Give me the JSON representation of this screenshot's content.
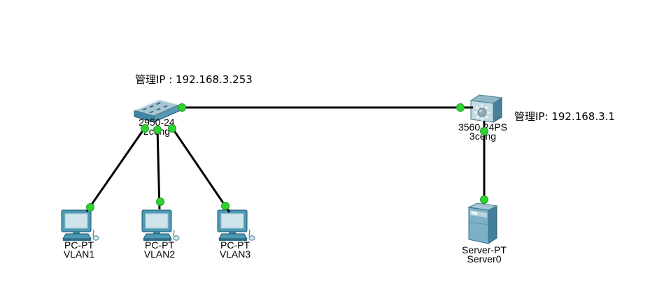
{
  "app": {
    "context": "network-topology-canvas"
  },
  "colors": {
    "background": "#ffffff",
    "link": "#000000",
    "status_up_green": "#2fd32f",
    "status_green_border": "#1f9e27",
    "device_teal": "#4d9ab5",
    "device_light_face": "#c3dae2",
    "screen_light": "#cfe3ea"
  },
  "annotations": [
    {
      "for": "2ceng",
      "text": "管理IP : 192.168.3.253"
    },
    {
      "for": "3ceng",
      "text": "管理IP: 192.168.3.1"
    }
  ],
  "devices": [
    {
      "type": "switch",
      "model": "2950-24",
      "name": "2ceng"
    },
    {
      "type": "multilayer-switch",
      "model": "3560-24PS",
      "name": "3ceng"
    },
    {
      "type": "pc",
      "model": "PC-PT",
      "name": "VLAN1"
    },
    {
      "type": "pc",
      "model": "PC-PT",
      "name": "VLAN2"
    },
    {
      "type": "pc",
      "model": "PC-PT",
      "name": "VLAN3"
    },
    {
      "type": "server",
      "model": "Server-PT",
      "name": "Server0"
    }
  ],
  "links": [
    {
      "from": "2ceng",
      "to": "3ceng",
      "status": "up"
    },
    {
      "from": "2ceng",
      "to": "VLAN1",
      "status": "up"
    },
    {
      "from": "2ceng",
      "to": "VLAN2",
      "status": "up"
    },
    {
      "from": "2ceng",
      "to": "VLAN3",
      "status": "up"
    },
    {
      "from": "3ceng",
      "to": "Server0",
      "status": "up"
    }
  ]
}
